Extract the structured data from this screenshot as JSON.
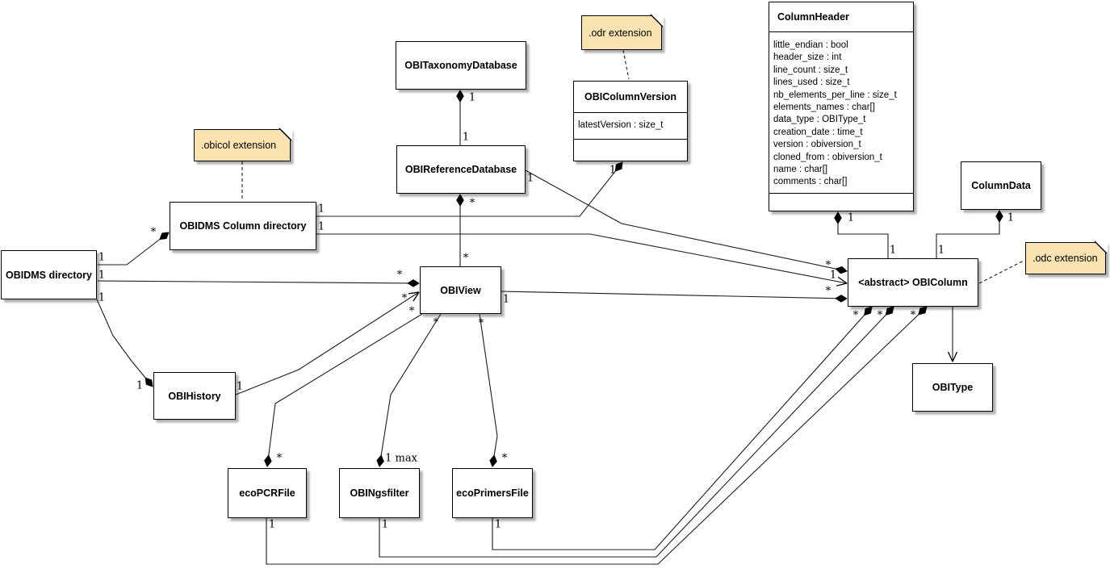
{
  "diagram": {
    "classes": {
      "obitaxonomydatabase": {
        "title": "OBITaxonomyDatabase"
      },
      "obireferencedatabase": {
        "title": "OBIReferenceDatabase"
      },
      "obicolumnversion": {
        "title": "OBIColumnVersion",
        "attributes": [
          "latestVersion : size_t"
        ]
      },
      "columnheader": {
        "title": "ColumnHeader",
        "attributes": [
          "little_endian : bool",
          "header_size : int",
          "line_count : size_t",
          "lines_used : size_t",
          "nb_elements_per_line : size_t",
          "elements_names : char[]",
          "data_type : OBIType_t",
          "creation_date : time_t",
          "version : obiversion_t",
          "cloned_from : obiversion_t",
          "name : char[]",
          "comments : char[]"
        ]
      },
      "columndata": {
        "title": "ColumnData"
      },
      "obidms_column_directory": {
        "title": "OBIDMS Column directory"
      },
      "obidms_directory": {
        "title": "OBIDMS directory"
      },
      "obiview": {
        "title": "OBIView"
      },
      "obihistory": {
        "title": "OBIHistory"
      },
      "ecopcrfile": {
        "title": "ecoPCRFile"
      },
      "obingsfilter": {
        "title": "OBINgsfilter"
      },
      "ecoprimersfile": {
        "title": "ecoPrimersFile"
      },
      "obicolumn": {
        "title": "<abstract> OBIColumn"
      },
      "obitype": {
        "title": "OBIType"
      }
    },
    "notes": {
      "obicol": ".obicol extension",
      "odr": ".odr extension",
      "odc": ".odc extension"
    },
    "labels": {
      "taxo_refdb_src": "1",
      "taxo_refdb_dst": "1",
      "refdb_view_src": "*",
      "refdb_view_dst": "*",
      "dmsdir_coldir_src": "1",
      "dmsdir_coldir_dst": "*",
      "coldir_colver_src": "1",
      "coldir_colver_dst": "1",
      "coldir_column_src": "1",
      "coldir_column_dst": "1",
      "refdb_column_src": "1",
      "refdb_column_dst": "*",
      "view_column_src": "1",
      "view_column_dst": "*",
      "dmsdir_view_src": "1",
      "dmsdir_view_dst": "*",
      "dmsdir_history_src": "1",
      "dmsdir_history_dst": "1",
      "history_view_src": "1",
      "history_view_dst": "*",
      "view_ecopcr_src": "*",
      "view_ecopcr_dst": "*",
      "view_ngs_src": "*",
      "view_ngs_dst": "1 max",
      "view_ecoprimers_src": "*",
      "view_ecoprimers_dst": "*",
      "ecopcr_column_src": "1",
      "ecopcr_column_dst": "*",
      "ngs_column_src": "1",
      "ngs_column_dst": "*",
      "ecoprimers_column_src": "1",
      "ecoprimers_column_dst": "*",
      "colheader_column_src": "1",
      "colheader_column_dst": "1",
      "coldata_column_src": "1",
      "coldata_column_dst": "1"
    }
  }
}
